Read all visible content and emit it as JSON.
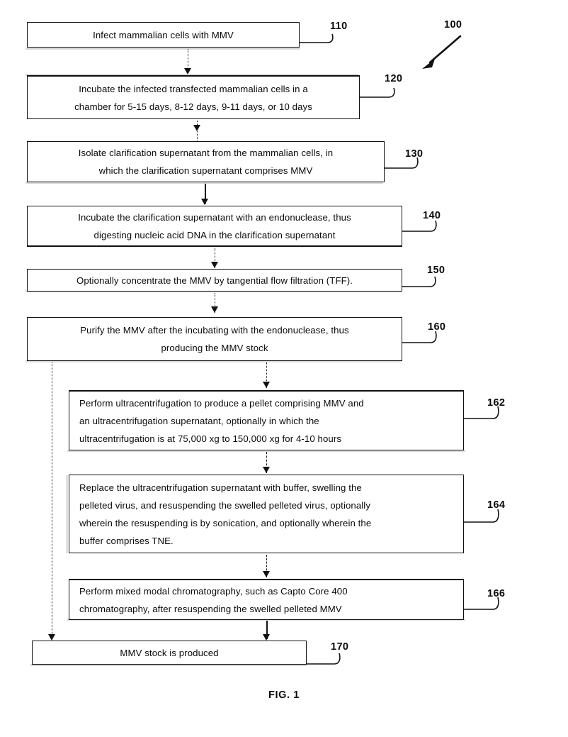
{
  "figure": {
    "caption": "FIG. 1",
    "system_ref": "100"
  },
  "boxes": [
    {
      "id": "110",
      "ref": "110",
      "align": "center",
      "lines": [
        "Infect mammalian cells with MMV"
      ]
    },
    {
      "id": "120",
      "ref": "120",
      "align": "center",
      "lines": [
        "Incubate the infected transfected  mammalian cells in a",
        "chamber for 5-15 days, 8-12 days, 9-11 days, or 10 days"
      ]
    },
    {
      "id": "130",
      "ref": "130",
      "align": "center",
      "lines": [
        "Isolate clarification supernatant from the mammalian cells, in",
        "which the clarification supernatant comprises MMV"
      ]
    },
    {
      "id": "140",
      "ref": "140",
      "align": "center",
      "lines": [
        "Incubate the clarification supernatant with an endonuclease, thus",
        "digesting nucleic acid DNA  in the clarification supernatant"
      ]
    },
    {
      "id": "150",
      "ref": "150",
      "align": "center",
      "lines": [
        "Optionally concentrate the MMV by tangential flow filtration (TFF)."
      ]
    },
    {
      "id": "160",
      "ref": "160",
      "align": "center",
      "lines": [
        "Purify the MMV after the incubating with the endonuclease, thus",
        "producing the MMV stock"
      ]
    },
    {
      "id": "162",
      "ref": "162",
      "align": "left",
      "lines": [
        "Perform ultracentrifugation to produce a pellet comprising MMV and",
        "an ultracentrifugation supernatant, optionally in which the",
        "ultracentrifugation is at 75,000 xg to 150,000 xg for 4-10 hours"
      ]
    },
    {
      "id": "164",
      "ref": "164",
      "align": "left",
      "lines": [
        "Replace the ultracentrifugation supernatant with buffer, swelling the",
        "pelleted virus, and resuspending the swelled pelleted virus, optionally",
        "wherein the resuspending is by sonication, and optionally wherein the",
        "buffer comprises TNE."
      ]
    },
    {
      "id": "166",
      "ref": "166",
      "align": "left",
      "lines": [
        "Perform mixed modal chromatography, such as Capto Core 400",
        "chromatography, after resuspending the swelled pelleted MMV"
      ]
    },
    {
      "id": "170",
      "ref": "170",
      "align": "center",
      "lines": [
        "MMV stock is produced"
      ]
    }
  ],
  "colors": {
    "stroke": "#111111",
    "background": "#ffffff",
    "text": "#0a0a0a"
  }
}
